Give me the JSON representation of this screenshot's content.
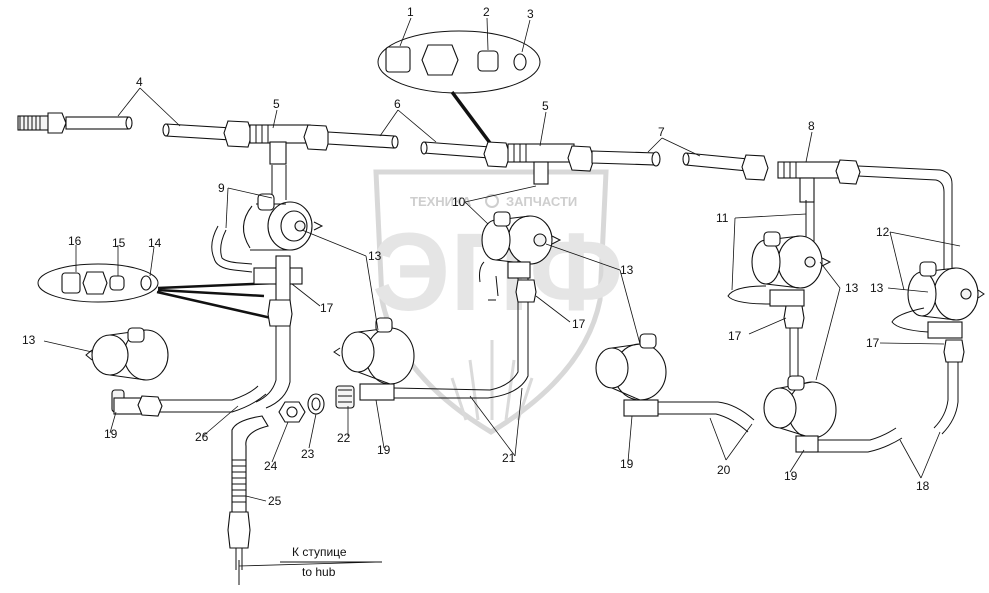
{
  "watermark": {
    "left_word": "ТЕХНИКА",
    "right_word": "ЗАПЧАСТИ",
    "monogram": "ЭПФ"
  },
  "destination": {
    "ru": "К ступице",
    "en": "to hub"
  },
  "callouts": [
    "1",
    "2",
    "3",
    "4",
    "5",
    "5",
    "6",
    "7",
    "8",
    "9",
    "10",
    "11",
    "12",
    "13",
    "13",
    "13",
    "13",
    "13",
    "13",
    "14",
    "15",
    "16",
    "17",
    "17",
    "17",
    "17",
    "18",
    "19",
    "19",
    "19",
    "19",
    "20",
    "21",
    "22",
    "23",
    "24",
    "25",
    "26"
  ]
}
